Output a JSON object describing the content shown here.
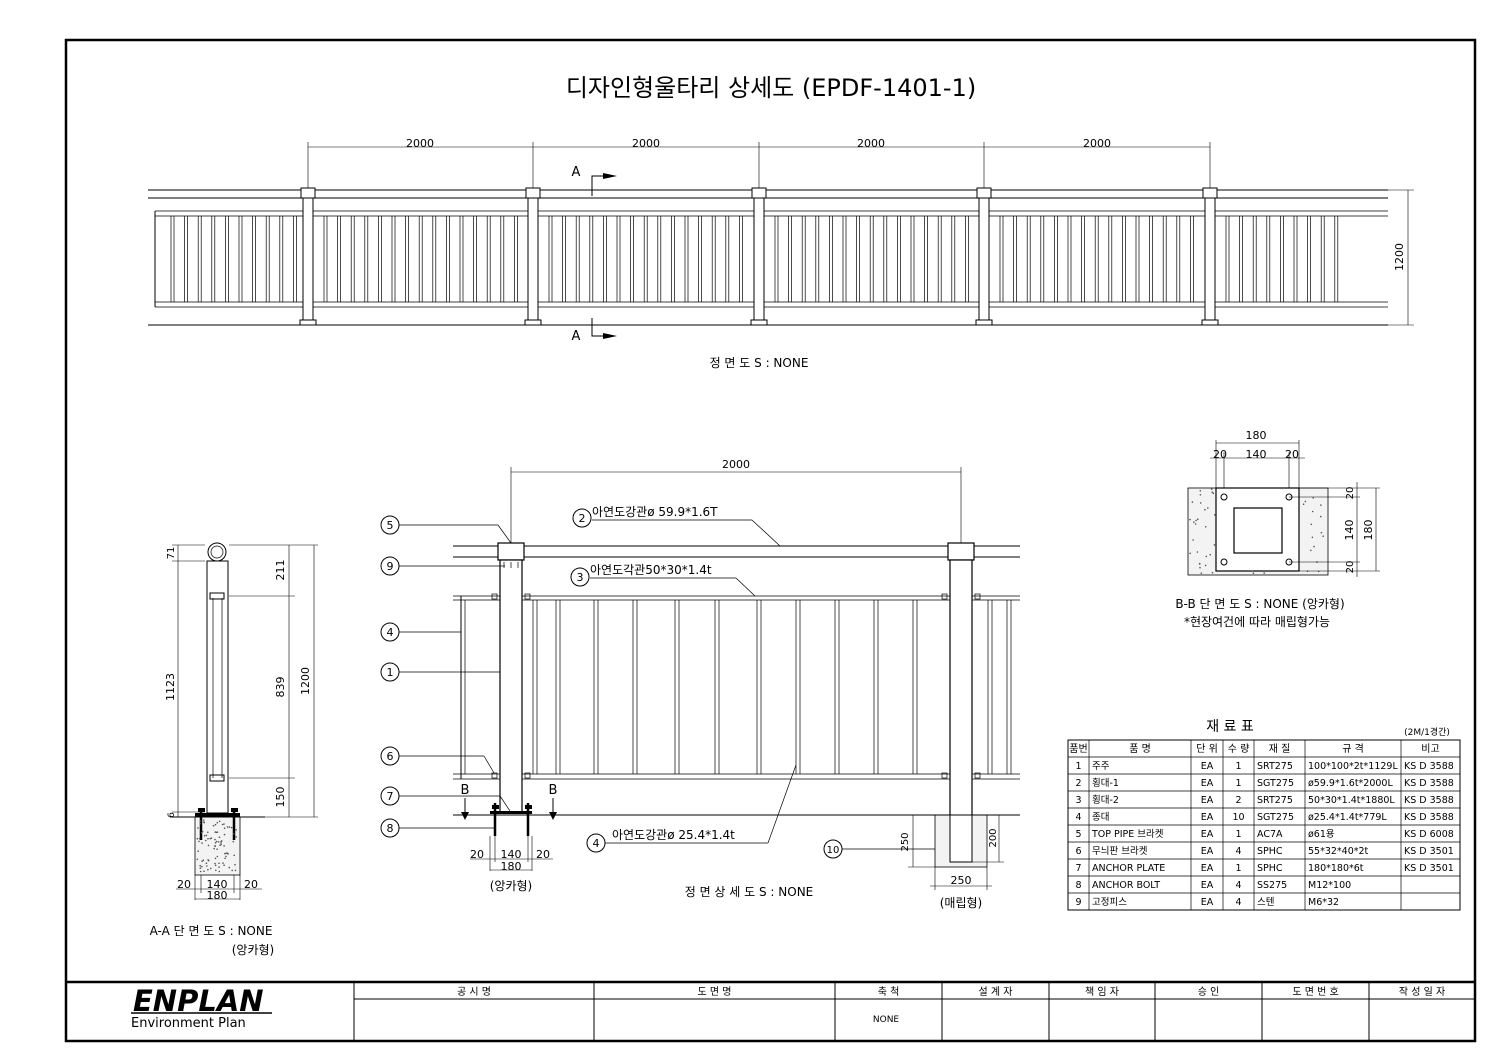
{
  "title": "디자인형울타리 상세도 (EPDF-1401-1)",
  "front_view": {
    "spans": [
      "2000",
      "2000",
      "2000",
      "2000"
    ],
    "height_dim": "1200",
    "section_mark": "A",
    "caption": "정 면 도 S : NONE"
  },
  "section_aa": {
    "dims_right_inner": [
      "211",
      "839",
      "150"
    ],
    "dim_right_outer": "1200",
    "dims_left": [
      "71",
      "1123",
      "6"
    ],
    "base_dims": [
      "20",
      "140",
      "20"
    ],
    "base_total": "180",
    "caption": "A-A 단 면 도 S : NONE",
    "subcaption": "(앙카형)"
  },
  "detail": {
    "span_dim": "2000",
    "labels": [
      {
        "num": "2",
        "text": "아연도강관ø  59.9*1.6T"
      },
      {
        "num": "3",
        "text": "아연도각관50*30*1.4t"
      },
      {
        "num": "4",
        "text": "아연도강관ø  25.4*1.4t"
      }
    ],
    "balloons_left": [
      "5",
      "9",
      "4",
      "1",
      "6",
      "7",
      "8"
    ],
    "balloon_10": "10",
    "section_mark": "B",
    "anchor_dims": [
      "20",
      "140",
      "20"
    ],
    "anchor_total": "180",
    "anchor_caption": "(앙카형)",
    "embed_dims": {
      "left": "250",
      "right": "200",
      "bottom": "250"
    },
    "embed_caption": "(매립형)",
    "caption": "정 면 상 세 도 S : NONE"
  },
  "section_bb": {
    "top_total": "180",
    "top_dims": [
      "20",
      "140",
      "20"
    ],
    "side_dims": [
      "20",
      "140",
      "20"
    ],
    "side_total": "180",
    "caption": "B-B 단 면 도 S : NONE (앙카형)",
    "note": "*현장여건에 따라 매립형가능"
  },
  "material_table": {
    "title": "재  료  표",
    "note": "(2M/1경간)",
    "headers": [
      "품번",
      "품    명",
      "단 위",
      "수 량",
      "재  질",
      "규    격",
      "비고"
    ],
    "rows": [
      [
        "1",
        "주주",
        "EA",
        "1",
        "SRT275",
        "100*100*2t*1129L",
        "KS D 3588"
      ],
      [
        "2",
        "횡대-1",
        "EA",
        "1",
        "SGT275",
        "ø59.9*1.6t*2000L",
        "KS D 3588"
      ],
      [
        "3",
        "횡대-2",
        "EA",
        "2",
        "SRT275",
        "50*30*1.4t*1880L",
        "KS D 3588"
      ],
      [
        "4",
        "종대",
        "EA",
        "10",
        "SGT275",
        "ø25.4*1.4t*779L",
        "KS D 3588"
      ],
      [
        "5",
        "TOP PIPE 브라켓",
        "EA",
        "1",
        "AC7A",
        "ø61용",
        "KS D 6008"
      ],
      [
        "6",
        "무늬판 브라켓",
        "EA",
        "4",
        "SPHC",
        "55*32*40*2t",
        "KS D 3501"
      ],
      [
        "7",
        "ANCHOR PLATE",
        "EA",
        "1",
        "SPHC",
        "180*180*6t",
        "KS D 3501"
      ],
      [
        "8",
        "ANCHOR BOLT",
        "EA",
        "4",
        "SS275",
        "M12*100",
        ""
      ],
      [
        "9",
        "고정피스",
        "EA",
        "4",
        "스텐",
        "M6*32",
        ""
      ]
    ]
  },
  "title_block": {
    "logo": "ENPLAN",
    "logo_sub": "Environment Plan",
    "headers": [
      "공  시  명",
      "도  면  명",
      "축  척",
      "설 계 자",
      "책 임 자",
      "승  인",
      "도 면 번 호",
      "작 성 일 자"
    ],
    "scale_value": "NONE"
  }
}
